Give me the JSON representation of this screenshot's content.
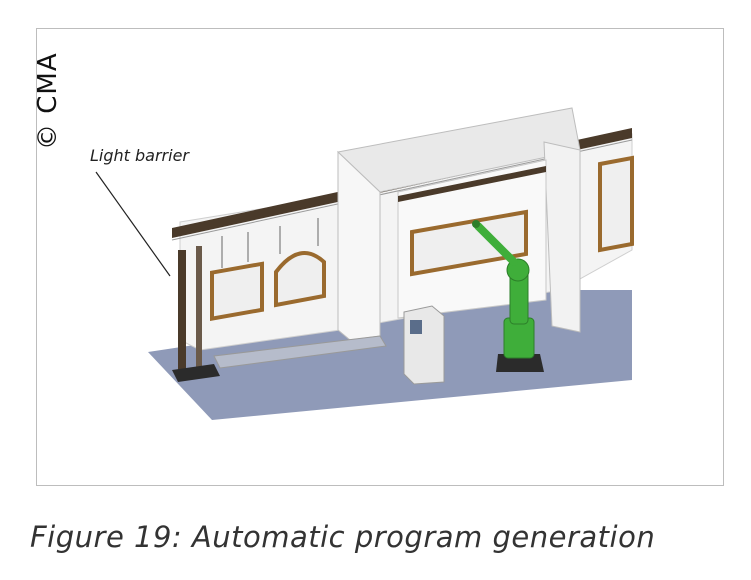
{
  "figure": {
    "copyright": "© CMA",
    "callout_label": "Light barrier",
    "caption": "Figure 19: Automatic program generation"
  },
  "colors": {
    "floor": "#8f9ab8",
    "wall": "#f4f4f4",
    "conveyor": "#4a3a2a",
    "frame_wood": "#9a6a2e",
    "robot": "#3fae3a",
    "robot_base": "#2b2b2b"
  }
}
